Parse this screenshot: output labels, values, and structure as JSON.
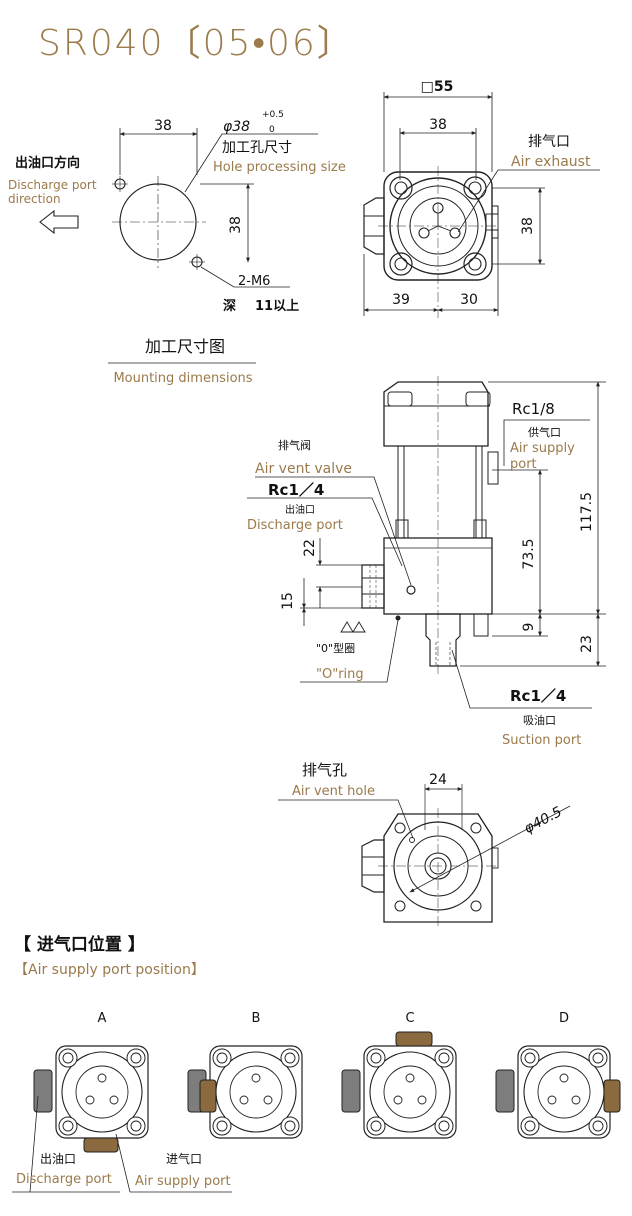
{
  "title": "SR040〔05•06〕",
  "hole_view": {
    "dim_38_top": "38",
    "phi": "φ38",
    "tol_plus": "+0.5",
    "tol_minus": "0",
    "hole_size_cn": "加工孔尺寸",
    "hole_size_en": "Hole processing size",
    "dim_38_side": "38",
    "thread": "2-M6",
    "depth_cn": "深",
    "depth_value": "11以上",
    "discharge_dir_cn": "出油口方向",
    "discharge_dir_en_1": "Discharge port",
    "discharge_dir_en_2": "direction"
  },
  "front_view": {
    "square": "□55",
    "dim_38_top": "38",
    "dim_38_side": "38",
    "dim_39": "39",
    "dim_30": "30",
    "air_exhaust_cn": "排气口",
    "air_exhaust_en": "Air exhaust"
  },
  "mounting": {
    "cn": "加工尺寸图",
    "en": "Mounting dimensions"
  },
  "side_view": {
    "rc18": "Rc1/8",
    "air_supply_cn": "供气口",
    "air_supply_en_1": "Air supply",
    "air_supply_en_2": "port",
    "vent_valve_cn": "排气阀",
    "vent_valve_en": "Air vent valve",
    "rc14_discharge": "Rc1／4",
    "discharge_cn": "出油口",
    "discharge_en": "Discharge port",
    "dim_22": "22",
    "dim_15": "15",
    "dim_1175": "117.5",
    "dim_735": "73.5",
    "dim_9": "9",
    "dim_23": "23",
    "oring_cn": "\"0\"型圈",
    "oring_en": "\"O\"ring",
    "rc14_suction": "Rc1／4",
    "suction_cn": "吸油口",
    "suction_en": "Suction port"
  },
  "bottom_view": {
    "vent_hole_cn": "排气孔",
    "vent_hole_en": "Air vent hole",
    "dim_24": "24",
    "phi405": "φ40.5"
  },
  "air_supply_position": {
    "cn": "【  进气口位置  】",
    "en": "【Air supply port position】",
    "variants": [
      "A",
      "B",
      "C",
      "D"
    ],
    "discharge_cn": "出油口",
    "discharge_en": "Discharge port",
    "supply_cn": "进气口",
    "supply_en": "Air supply port"
  },
  "colors": {
    "accent": "#9b7a4b",
    "ink": "#222222",
    "port_gray": "#7d7d7d",
    "port_brown": "#8a6a3e"
  }
}
